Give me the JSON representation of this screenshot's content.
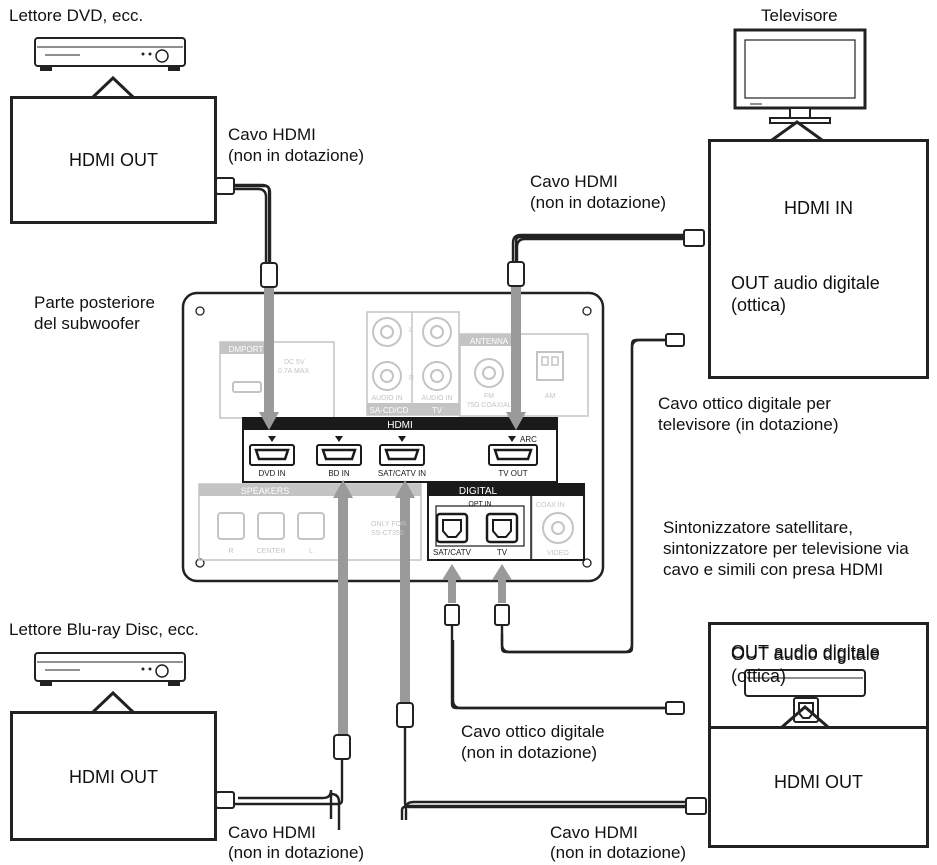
{
  "devices": {
    "dvd_player": "Lettore DVD, ecc.",
    "television": "Televisore",
    "bluray_player": "Lettore Blu-ray Disc, ecc.",
    "sat_tuner_line1": "Sintonizzatore satellitare,",
    "sat_tuner_line2": "sintonizzatore per televisione via",
    "sat_tuner_line3": "cavo e simili con presa HDMI"
  },
  "boxes": {
    "dvd_out": "HDMI OUT",
    "tv_in": "HDMI IN",
    "tv_optical_line1": "OUT audio digitale",
    "tv_optical_line2": "(ottica)",
    "bd_out": "HDMI OUT",
    "sat_optical_line1": "OUT audio digitale",
    "sat_optical_line2": "(ottica)",
    "sat_out": "HDMI OUT"
  },
  "cables": {
    "hdmi_dvd_1": "Cavo HDMI",
    "hdmi_dvd_2": "(non in dotazione)",
    "hdmi_tv_1": "Cavo HDMI",
    "hdmi_tv_2": "(non in dotazione)",
    "optical_tv_1": "Cavo ottico digitale per",
    "optical_tv_2": "televisore (in dotazione)",
    "optical_sat_1": "Cavo ottico digitale",
    "optical_sat_2": "(non in dotazione)",
    "hdmi_bd_1": "Cavo HDMI",
    "hdmi_bd_2": "(non in dotazione)",
    "hdmi_sat_1": "Cavo HDMI",
    "hdmi_sat_2": "(non in dotazione)"
  },
  "subwoofer": {
    "title_line1": "Parte posteriore",
    "title_line2": "del subwoofer",
    "hdmi_header": "HDMI",
    "dvd_in": "DVD IN",
    "bd_in": "BD IN",
    "sat_in": "SAT/CATV IN",
    "tv_out": "TV OUT",
    "arc": "ARC",
    "digital_header": "DIGITAL",
    "opt_in": "OPT IN",
    "opt_sat": "SAT/CATV",
    "opt_tv": "TV",
    "coax_in": "COAX IN",
    "video": "VIDEO",
    "speakers": "SPEAKERS",
    "spk_r": "R",
    "spk_center": "CENTER",
    "spk_l": "L",
    "only_for_1": "ONLY FOR",
    "only_for_2": "SS-CT350",
    "dmport": "DMPORT",
    "dc": "DC 5V",
    "dc_max": "0.7A MAX",
    "antenna": "ANTENNA",
    "fm": "FM",
    "fm_coax": "75Ω COAXIAL",
    "am": "AM",
    "audio_in_1": "AUDIO IN",
    "audio_in_2": "AUDIO IN",
    "sa_cd": "SA-CD/CD",
    "tv_audio": "TV",
    "l_mark": "L",
    "r_mark": "R"
  },
  "colors": {
    "cable_gray": "#9a9a9a",
    "panel_dark": "#1a1a1a",
    "faded": "#c4c4c4"
  }
}
